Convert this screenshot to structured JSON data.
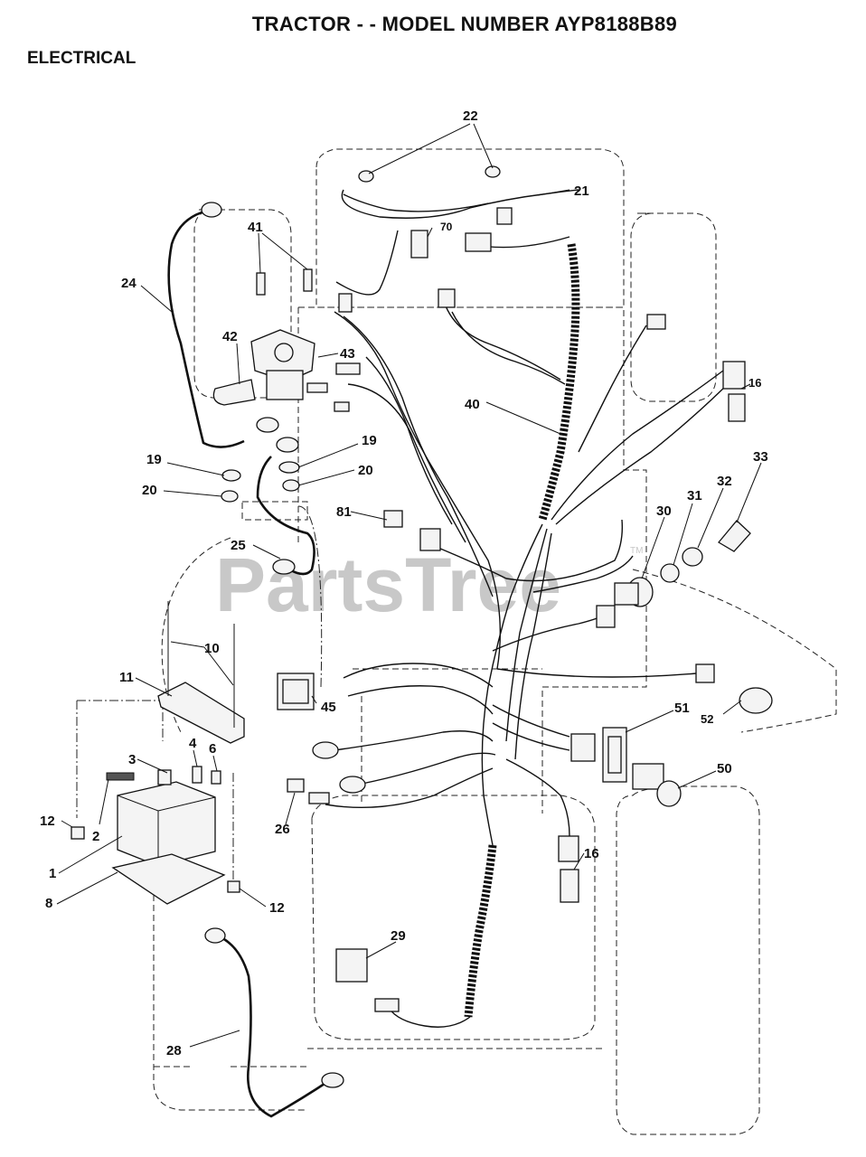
{
  "header": {
    "title": "TRACTOR - - MODEL NUMBER AYP8188B89",
    "section": "ELECTRICAL"
  },
  "watermark": {
    "text": "PartsTree",
    "tm": "TM"
  },
  "callouts": {
    "c1": "1",
    "c2": "2",
    "c3": "3",
    "c4": "4",
    "c6": "6",
    "c8": "8",
    "c10": "10",
    "c11": "11",
    "c12a": "12",
    "c12b": "12",
    "c16a": "16",
    "c16b": "16",
    "c19a": "19",
    "c19b": "19",
    "c20a": "20",
    "c20b": "20",
    "c21": "21",
    "c22": "22",
    "c24": "24",
    "c25": "25",
    "c26": "26",
    "c28": "28",
    "c29": "29",
    "c30": "30",
    "c31": "31",
    "c32": "32",
    "c33": "33",
    "c40": "40",
    "c41": "41",
    "c42": "42",
    "c43": "43",
    "c45": "45",
    "c50": "50",
    "c51": "51",
    "c52": "52",
    "c70": "70",
    "c81": "81"
  }
}
